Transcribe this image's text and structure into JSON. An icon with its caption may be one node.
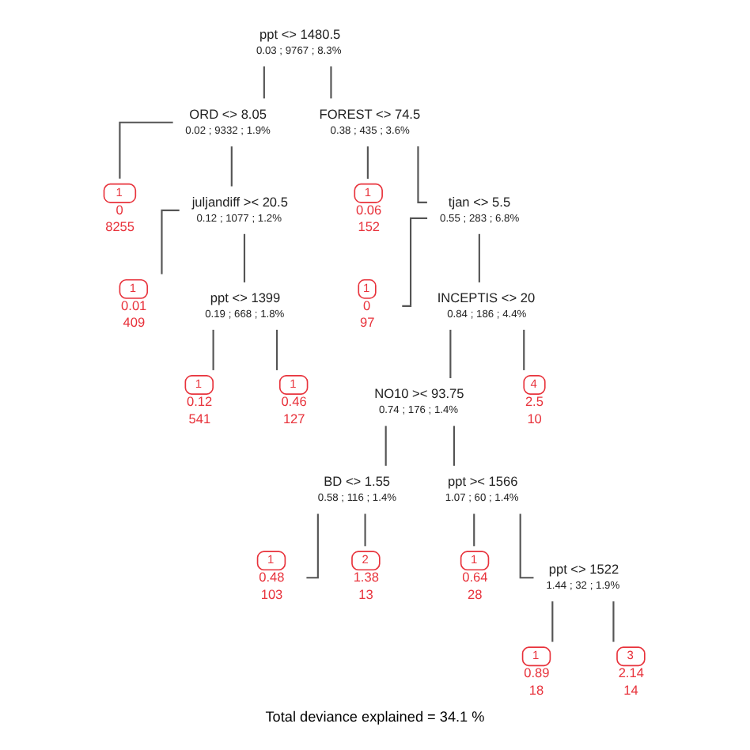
{
  "diagram": {
    "caption": "Total deviance explained = 34.1 %",
    "nodes": [
      {
        "text": [
          "ppt <> 1480.5",
          "0.03 ; 9767 ; 8.3%"
        ]
      },
      {
        "text": [
          "ORD <> 8.05",
          "0.02 ; 9332 ; 1.9%"
        ]
      },
      {
        "text": [
          "1",
          "0",
          "8255"
        ]
      },
      {
        "text": [
          "juljandiff >< 20.5",
          "0.12 ; 1077 ; 1.2%"
        ]
      },
      {
        "text": [
          "1",
          "0.01",
          "409"
        ]
      },
      {
        "text": [
          "ppt <> 1399",
          "0.19 ; 668 ; 1.8%"
        ]
      },
      {
        "text": [
          "1",
          "0.12",
          "541"
        ]
      },
      {
        "text": [
          "1",
          "0.46",
          "127"
        ]
      },
      {
        "text": [
          "FOREST <> 74.5",
          "0.38 ; 435 ; 3.6%"
        ]
      },
      {
        "text": [
          "1",
          "0.06",
          "152"
        ]
      },
      {
        "text": [
          "tjan <> 5.5",
          "0.55 ; 283 ; 6.8%"
        ]
      },
      {
        "text": [
          "1",
          "0",
          "97"
        ]
      },
      {
        "text": [
          "INCEPTIS <> 20",
          "0.84 ; 186 ; 4.4%"
        ]
      },
      {
        "text": [
          "NO10 >< 93.75",
          "0.74 ; 176 ; 1.4%"
        ]
      },
      {
        "text": [
          "BD <> 1.55",
          "0.58 ; 116 ; 1.4%"
        ]
      },
      {
        "text": [
          "1",
          "0.48",
          "103"
        ]
      },
      {
        "text": [
          "2",
          "1.38",
          "13"
        ]
      },
      {
        "text": [
          "ppt >< 1566",
          "1.07 ; 60 ; 1.4%"
        ]
      },
      {
        "text": [
          "1",
          "0.64",
          "28"
        ]
      },
      {
        "text": [
          "ppt <> 1522",
          "1.44 ; 32 ; 1.9%"
        ]
      },
      {
        "text": [
          "1",
          "0.89",
          "18"
        ]
      },
      {
        "text": [
          "3",
          "2.14",
          "14"
        ]
      },
      {
        "text": [
          "4",
          "2.5",
          "10"
        ]
      }
    ],
    "edges": [
      {
        "from": 0,
        "to": 1,
        "arrow": "none"
      },
      {
        "from": 0,
        "to": 8,
        "arrow": "none"
      },
      {
        "from": 1,
        "to": 2,
        "arrow": "none"
      },
      {
        "from": 1,
        "to": 3,
        "arrow": "none"
      },
      {
        "from": 3,
        "to": 4,
        "arrow": "none"
      },
      {
        "from": 3,
        "to": 5,
        "arrow": "none"
      },
      {
        "from": 5,
        "to": 6,
        "arrow": "none"
      },
      {
        "from": 5,
        "to": 7,
        "arrow": "none"
      },
      {
        "from": 8,
        "to": 9,
        "arrow": "none"
      },
      {
        "from": 8,
        "to": 10,
        "arrow": "none"
      },
      {
        "from": 10,
        "to": 11,
        "arrow": "none"
      },
      {
        "from": 10,
        "to": 12,
        "arrow": "none"
      },
      {
        "from": 12,
        "to": 13,
        "arrow": "none"
      },
      {
        "from": 12,
        "to": 22,
        "arrow": "none"
      },
      {
        "from": 13,
        "to": 14,
        "arrow": "none"
      },
      {
        "from": 13,
        "to": 17,
        "arrow": "none"
      },
      {
        "from": 14,
        "to": 15,
        "arrow": "none"
      },
      {
        "from": 14,
        "to": 16,
        "arrow": "none"
      },
      {
        "from": 17,
        "to": 18,
        "arrow": "none"
      },
      {
        "from": 17,
        "to": 19,
        "arrow": "none"
      },
      {
        "from": 19,
        "to": 20,
        "arrow": "none"
      },
      {
        "from": 19,
        "to": 21,
        "arrow": "none"
      }
    ]
  }
}
